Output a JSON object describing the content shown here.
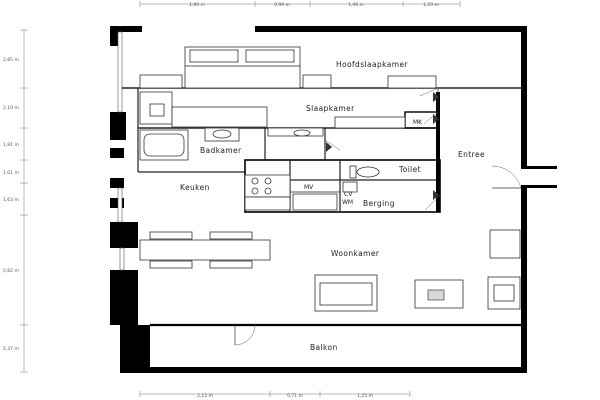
{
  "rooms": {
    "hoofdslaapkamer": "Hoofdslaapkamer",
    "slaapkamer": "Slaapkamer",
    "mk": "MK",
    "badkamer": "Badkamer",
    "entree": "Entree",
    "toilet": "Toilet",
    "keuken": "Keuken",
    "mv": "MV",
    "cv": "CV",
    "wm": "WM",
    "berging": "Berging",
    "woonkamer": "Woonkamer",
    "balkon": "Balkon"
  },
  "dimensions": {
    "top": [
      "1,90 m",
      "0,90 m",
      "1,46 m",
      "1,20 m"
    ],
    "bottom": [
      "2,12 m",
      "0,71 m",
      "1,25 m"
    ],
    "left": [
      "2,85 m",
      "2,10 m",
      "1,81 m",
      "1,01 m",
      "1,63 m",
      "5,82 m",
      "2,37 m"
    ]
  }
}
